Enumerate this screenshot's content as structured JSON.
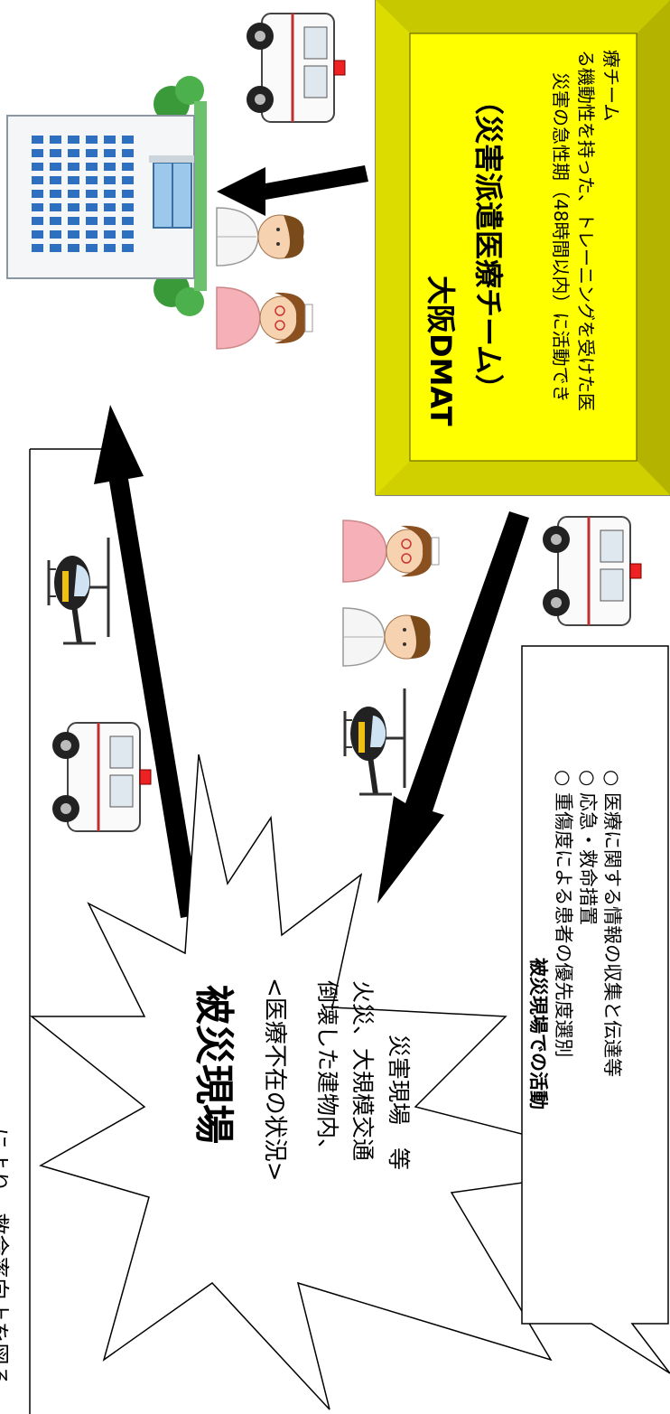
{
  "intro_line": "により、救命率向上を図る。",
  "disaster_site": {
    "title": "被災現場",
    "subtitle": "<医療不在の状況>",
    "desc_lines": [
      "倒壊した建物内、",
      "火災、大規模交通",
      "災害現場　等"
    ]
  },
  "dmat": {
    "title_line1": "大阪DMAT",
    "title_line2": "（災害派遣医療チーム）",
    "desc_lines": [
      "災害の急性期（48時間以内）に活動でき",
      "る機動性を持った、トレーニングを受けた医",
      "療チーム"
    ]
  },
  "activities": {
    "heading": "被災現場での活動",
    "items": [
      "○ 重傷度による患者の優先度選別",
      "○ 応急・救命措置",
      "○ 医療に関する情報の収集と伝達等"
    ]
  },
  "colors": {
    "dmat_fill": "#ffff00",
    "dmat_border": "#555500",
    "arrow": "#000000"
  },
  "icons": [
    "hospital-building-icon",
    "ambulance-icon",
    "helicopter-icon",
    "doctor-icon",
    "nurse-icon"
  ]
}
